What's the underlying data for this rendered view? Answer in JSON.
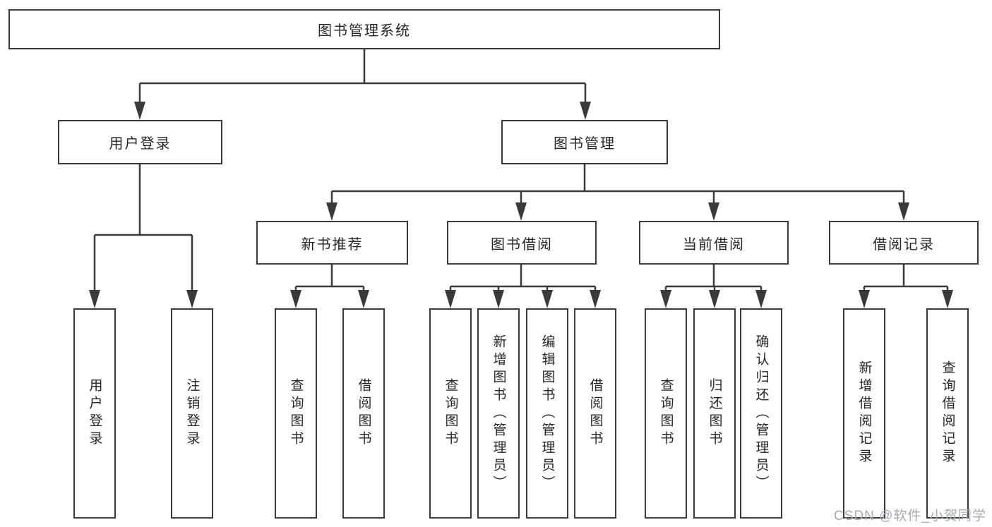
{
  "root": {
    "label": "图书管理系统"
  },
  "level1": {
    "user_login": {
      "label": "用户登录"
    },
    "book_mgmt": {
      "label": "图书管理"
    }
  },
  "level2": {
    "new_book": {
      "label": "新书推荐"
    },
    "book_borrow": {
      "label": "图书借阅"
    },
    "current_borrow": {
      "label": "当前借阅"
    },
    "borrow_record": {
      "label": "借阅记录"
    }
  },
  "leaves": {
    "user_login": [
      "用户登录",
      "注销登录"
    ],
    "new_book": [
      "查询图书",
      "借阅图书"
    ],
    "book_borrow": [
      "查询图书",
      "新增图书（管理员）",
      "编辑图书（管理员）",
      "借阅图书"
    ],
    "current_borrow": [
      "查询图书",
      "归还图书",
      "确认归还（管理员）"
    ],
    "borrow_record": [
      "新增借阅记录",
      "查询借阅记录"
    ]
  },
  "watermark": "CSDN @软件_小贺同学",
  "colors": {
    "line": "#3a3a3a",
    "text": "#262626",
    "watermark": "#a6abb1",
    "background": "#ffffff"
  }
}
